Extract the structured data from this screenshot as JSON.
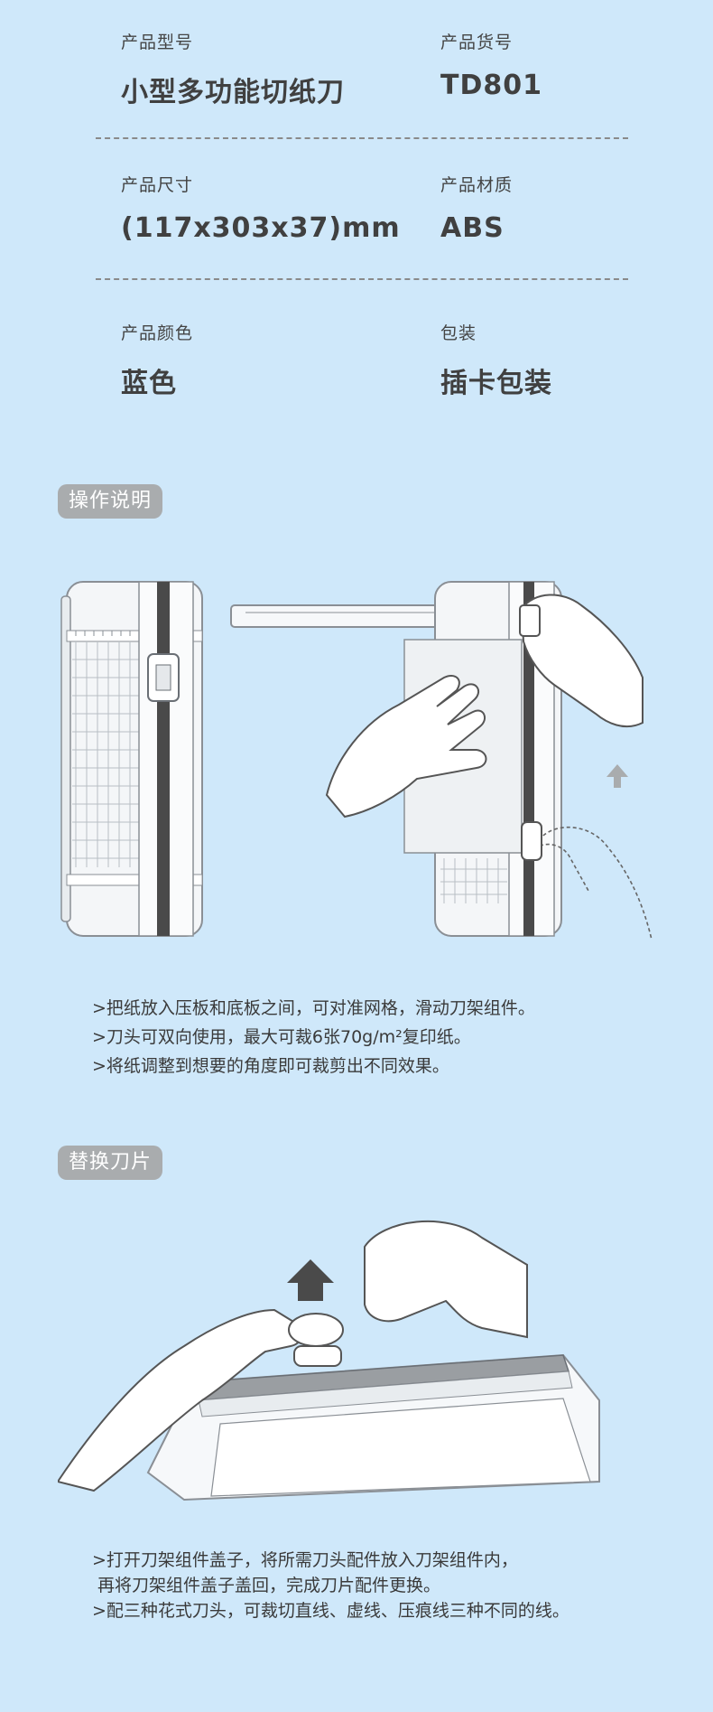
{
  "specs": [
    {
      "label": "产品型号",
      "value": "小型多功能切纸刀"
    },
    {
      "label": "产品货号",
      "value": "TD801"
    },
    {
      "label": "产品尺寸",
      "value": "(117x303x37)mm"
    },
    {
      "label": "产品材质",
      "value": "ABS"
    },
    {
      "label": "产品颜色",
      "value": "蓝色"
    },
    {
      "label": "包装",
      "value": "插卡包装"
    }
  ],
  "operation": {
    "tag": "操作说明",
    "notes": [
      ">把纸放入压板和底板之间，可对准网格，滑动刀架组件。",
      ">刀头可双向使用，最大可裁6张70g/m²复印纸。",
      ">将纸调整到想要的角度即可裁剪出不同效果。"
    ]
  },
  "replace": {
    "tag": "替换刀片",
    "notes": [
      ">打开刀架组件盖子，将所需刀头配件放入刀架组件内，",
      " 再将刀架组件盖子盖回，完成刀片配件更换。",
      ">配三种花式刀头，可裁切直线、虚线、压痕线三种不同的线。"
    ]
  }
}
